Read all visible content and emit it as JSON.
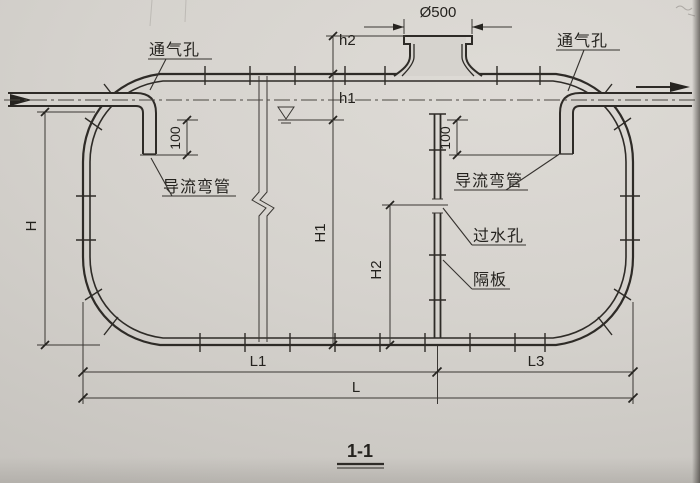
{
  "drawing": {
    "section_title": "1-1",
    "labels": {
      "vent_left": "通气孔",
      "vent_right": "通气孔",
      "guide_elbow_left": "导流弯管",
      "guide_elbow_right": "导流弯管",
      "water_hole": "过水孔",
      "partition": "隔板"
    },
    "dimensions": {
      "manhole_diameter": "Ø500",
      "h1": "h1",
      "h2": "h2",
      "H": "H",
      "H1": "H1",
      "H2": "H2",
      "offset_left": "100",
      "offset_right": "100",
      "L1": "L1",
      "L3": "L3",
      "L": "L"
    }
  }
}
